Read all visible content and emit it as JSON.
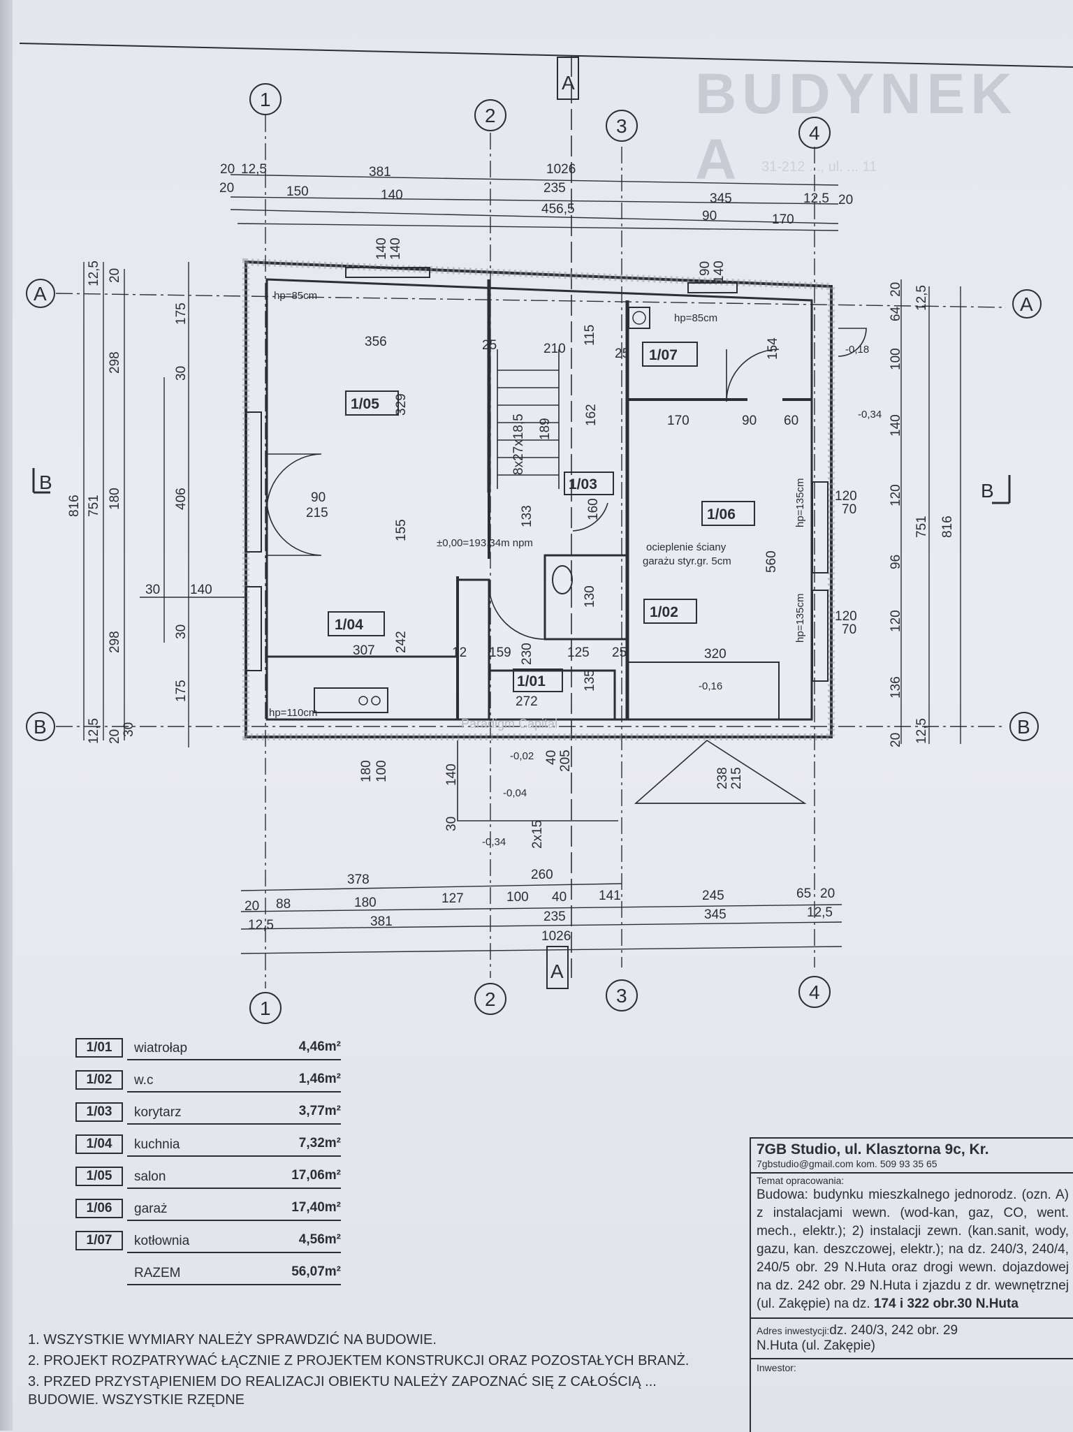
{
  "header": {
    "building_title": "BUDYNEK A",
    "building_subtitle": "31-212 ..., ul. ... 11"
  },
  "axes": {
    "top": [
      "1",
      "2",
      "3",
      "4"
    ],
    "bottom": [
      "1",
      "2",
      "3",
      "4"
    ],
    "left": [
      "A",
      "B"
    ],
    "right": [
      "A",
      "B"
    ]
  },
  "sections": {
    "a_top": "A",
    "a_bottom": "A",
    "b_left": "B",
    "b_right": "B"
  },
  "dims_top": {
    "row1": [
      "20",
      "12,5",
      "381",
      "1026"
    ],
    "row2": [
      "20",
      "150",
      "140",
      "235",
      "345",
      "12,5",
      "20"
    ],
    "row3": [
      "456,5",
      "90",
      "170"
    ]
  },
  "dims_bottom": {
    "row1": [
      "378",
      "260"
    ],
    "row2": [
      "20",
      "88",
      "180",
      "127",
      "100",
      "40",
      "141",
      "245",
      "65",
      "20"
    ],
    "row3": [
      "12,5",
      "381",
      "235",
      "345",
      "12,5"
    ],
    "row4": [
      "1026"
    ]
  },
  "dims_left": [
    "816",
    "751",
    "298",
    "406",
    "180",
    "298",
    "175",
    "175",
    "30",
    "30",
    "12,5",
    "20",
    "12,5",
    "20",
    "140",
    "30",
    "30",
    "90",
    "215"
  ],
  "dims_right": [
    "816",
    "751",
    "64",
    "20",
    "12,5",
    "100",
    "140",
    "120",
    "96",
    "120",
    "136",
    "20",
    "12,5"
  ],
  "interior": {
    "hp85_left": "hp=85cm",
    "hp85_right": "hp=85cm",
    "hp110": "hp=110cm",
    "d356": "356",
    "d25a": "25",
    "d210": "210",
    "d25b": "25",
    "d115": "115",
    "d154": "154",
    "d329": "329",
    "d189": "189",
    "d162": "162",
    "stairs": "8x27x18,5",
    "d170": "170",
    "d90": "90",
    "d60": "60",
    "d133": "133",
    "d160": "160",
    "elev": "±0,00=193,34m npm",
    "d155": "155",
    "d242": "242",
    "d307": "307",
    "d12": "12",
    "d159": "159",
    "d230": "230",
    "d125": "125",
    "d25c": "25",
    "d320": "320",
    "d560": "560",
    "d135": "135",
    "d272": "272",
    "d130": "130",
    "insul1": "ocieplenie ściany",
    "insul2": "garażu styr.gr. 5cm",
    "hp135a": "hp=135cm",
    "hp135b": "hp=135cm",
    "d120_70a": "120",
    "d70a": "70",
    "d120_70b": "120",
    "d70b": "70",
    "lvl018": "-0,18",
    "lvl034a": "-0,34",
    "lvl016": "-0,16",
    "lvl002": "-0,02",
    "lvl004": "-0,04",
    "lvl034b": "-0,34",
    "d180_100a": "180",
    "d100": "100",
    "d140": "140",
    "d40": "40",
    "d205": "205",
    "d238": "238",
    "d215": "215",
    "stepsx": "2x15",
    "d30": "30",
    "d90_140a": "90",
    "d140a": "140",
    "d140_140a": "140",
    "d140_140b": "140"
  },
  "rooms": [
    {
      "code": "1/01",
      "name": "wiatrołap",
      "area": "4,46m²"
    },
    {
      "code": "1/02",
      "name": "w.c",
      "area": "1,46m²"
    },
    {
      "code": "1/03",
      "name": "korytarz",
      "area": "3,77m²"
    },
    {
      "code": "1/04",
      "name": "kuchnia",
      "area": "7,32m²"
    },
    {
      "code": "1/05",
      "name": "salon",
      "area": "17,06m²"
    },
    {
      "code": "1/06",
      "name": "garaż",
      "area": "17,40m²"
    },
    {
      "code": "1/07",
      "name": "kotłownia",
      "area": "4,56m²"
    }
  ],
  "total": {
    "label": "RAZEM",
    "area": "56,07m²"
  },
  "notes": [
    "1. WSZYSTKIE WYMIARY NALEŻY SPRAWDZIĆ NA BUDOWIE.",
    "2. PROJEKT ROZPATRYWAĆ ŁĄCZNIE Z PROJEKTEM KONSTRUKCJI ORAZ POZOSTAŁYCH BRANŻ.",
    "3. PRZED PRZYSTĄPIENIEM DO REALIZACJI OBIEKTU NALEŻY ZAPOZNAĆ SIĘ Z CAŁOŚCIĄ ... BUDOWIE. WSZYSTKIE RZĘDNE"
  ],
  "titleblock": {
    "company": "7GB Studio, ul. Klasztorna 9c, Kr.",
    "contact": "7gbstudio@gmail.com   kom. 509 93 35 65",
    "topic_label": "Temat opracowania:",
    "description": "Budowa: budynku mieszkalnego jednorodz. (ozn. A) z instalacjami wewn. (wod-kan, gaz, CO, went. mech., elektr.); 2) instalacji zewn. (kan.sanit, wody, gazu, kan. deszczowej, elektr.); na dz. 240/3, 240/4, 240/5 obr. 29 N.Huta oraz drogi wewn. dojazdowej na dz. 242 obr. 29 N.Huta i zjazdu z dr. wewnętrznej (ul. Zakępie) na dz.",
    "plots_bold": "174 i 322 obr.30 N.Huta",
    "address_label": "Adres inwestycji:",
    "address_1": "dz. 240/3, 242 obr. 29",
    "address_2": "N.Huta (ul. Zakępie)",
    "investor_label": "Inwestor:"
  },
  "watermark": "Paradigm Capital"
}
